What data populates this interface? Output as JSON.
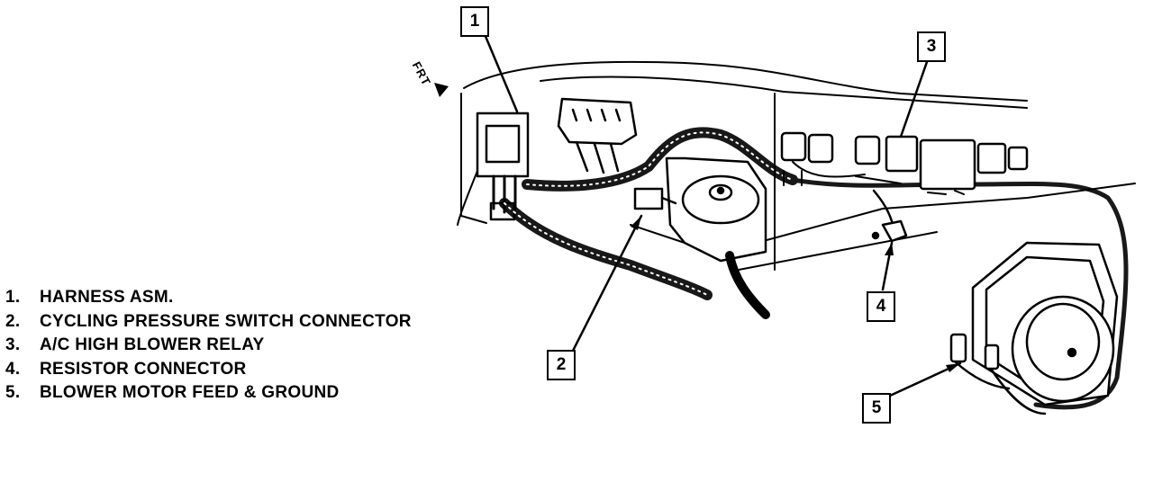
{
  "legend": [
    {
      "number": "1.",
      "label": "HARNESS ASM."
    },
    {
      "number": "2.",
      "label": "CYCLING PRESSURE SWITCH CONNECTOR"
    },
    {
      "number": "3.",
      "label": "A/C HIGH BLOWER RELAY"
    },
    {
      "number": "4.",
      "label": "RESISTOR CONNECTOR"
    },
    {
      "number": "5.",
      "label": "BLOWER MOTOR FEED & GROUND"
    }
  ],
  "callouts": [
    "1",
    "2",
    "3",
    "4",
    "5"
  ],
  "direction_label": "FRT",
  "colors": {
    "ink": "#000000",
    "paper": "#ffffff"
  }
}
